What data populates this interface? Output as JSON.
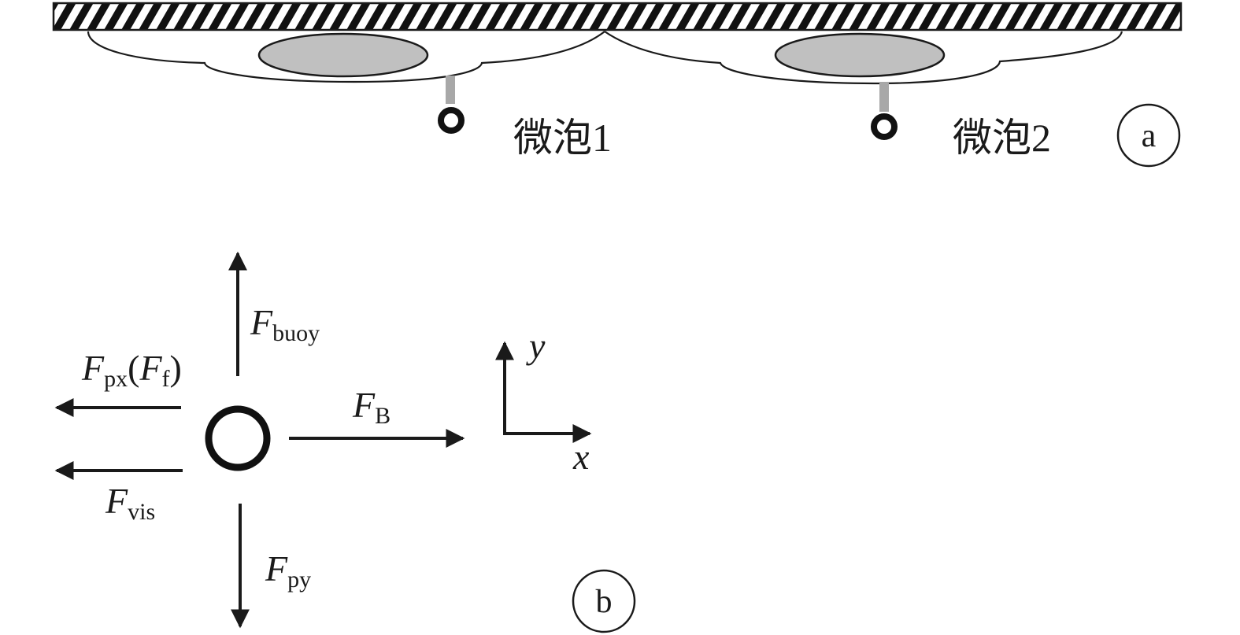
{
  "panel_a": {
    "bubble1_label": "微泡1",
    "bubble2_label": "微泡2",
    "panel_label": "a"
  },
  "panel_b": {
    "panel_label": "b",
    "forces": {
      "buoy": {
        "main": "F",
        "sub": "buoy"
      },
      "px": {
        "main": "F",
        "sub": "px",
        "open": "(",
        "main2": "F",
        "sub2": "f",
        "close": ")"
      },
      "B": {
        "main": "F",
        "sub": "B"
      },
      "vis": {
        "main": "F",
        "sub": "vis"
      },
      "py": {
        "main": "F",
        "sub": "py"
      }
    },
    "axes": {
      "x": "x",
      "y": "y"
    }
  },
  "colors": {
    "stroke": "#1a1a1a",
    "bubble_fill": "#c0c0c0",
    "stem": "#a8a8a8",
    "hatch": "#111111",
    "background": "#ffffff"
  }
}
